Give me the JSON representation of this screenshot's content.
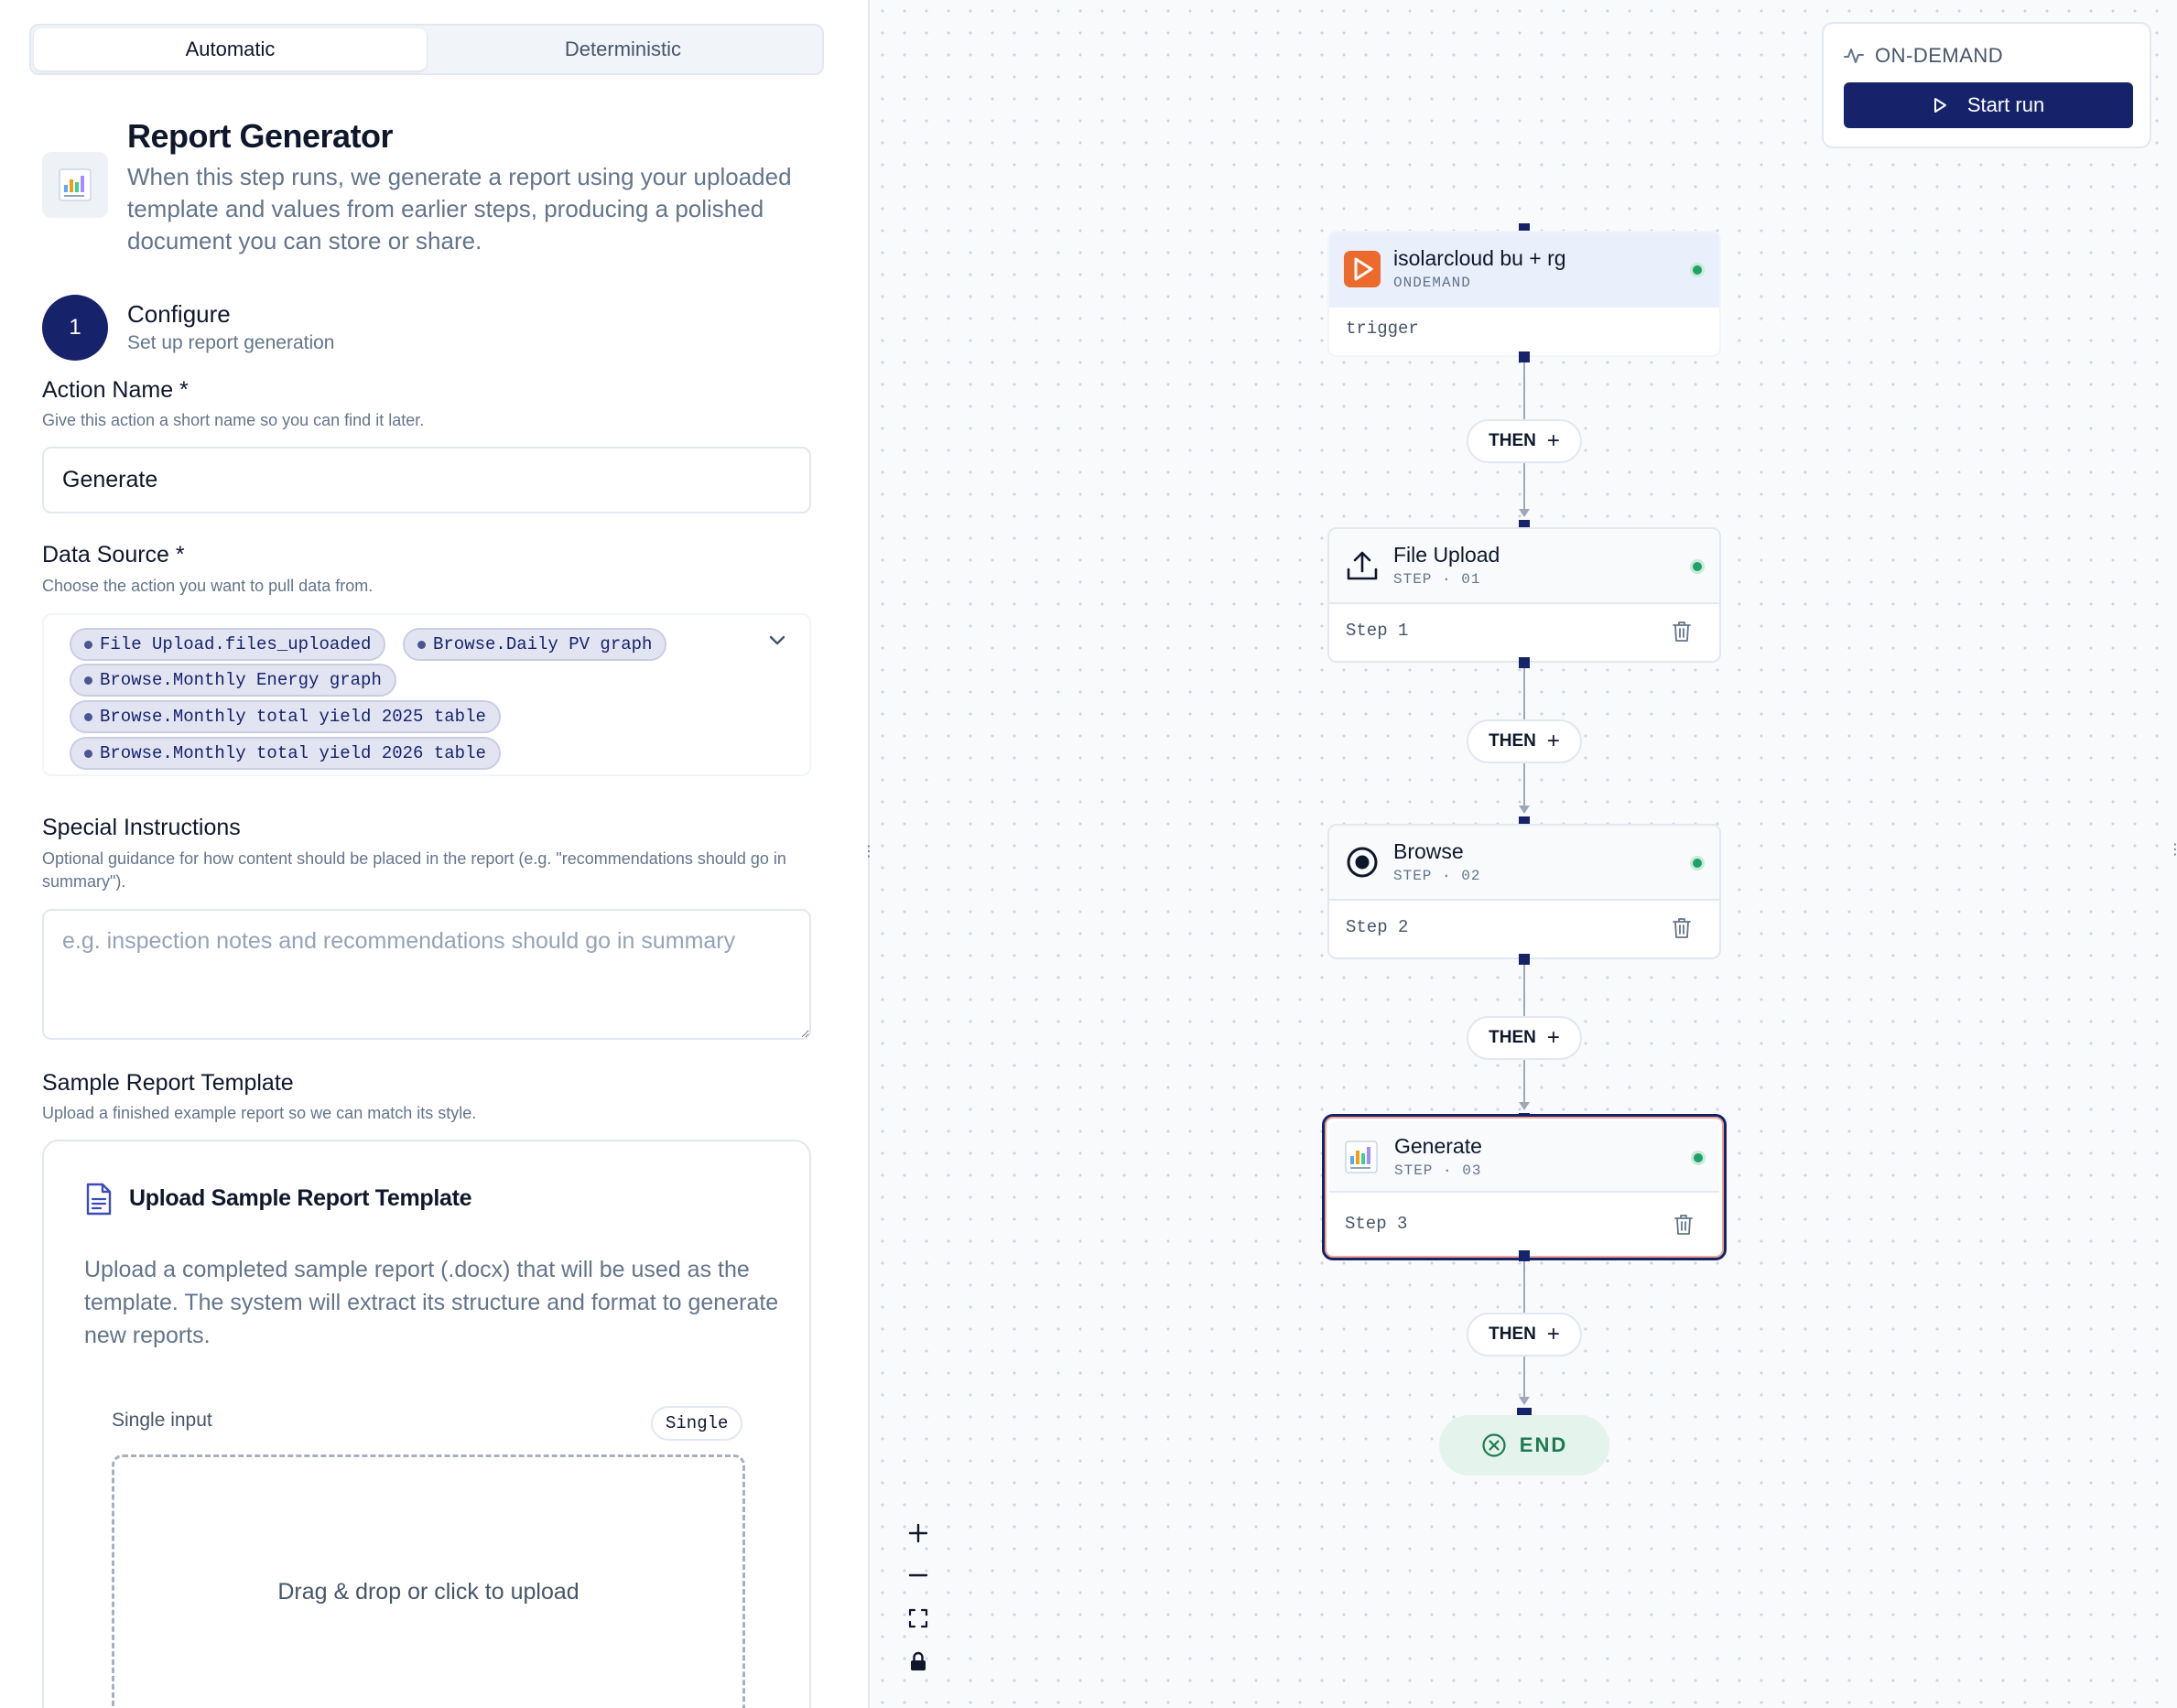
{
  "left_panel": {
    "mode_tabs": [
      {
        "label": "Automatic",
        "active": true
      },
      {
        "label": "Deterministic",
        "active": false
      }
    ],
    "header": {
      "icon": "report-chart-icon",
      "title": "Report Generator",
      "description": "When this step runs, we generate a report using your uploaded template and values from earlier steps, producing a polished document you can store or share."
    },
    "step": {
      "number": "1",
      "title": "Configure",
      "subtitle": "Set up report generation"
    },
    "action_name": {
      "label": "Action Name *",
      "hint": "Give this action a short name so you can find it later.",
      "value": "Generate"
    },
    "data_source": {
      "label": "Data Source *",
      "hint": "Choose the action you want to pull data from.",
      "chips": [
        "File Upload.files_uploaded",
        "Browse.Daily PV graph",
        "Browse.Monthly Energy graph",
        "Browse.Monthly total yield 2025 table",
        "Browse.Monthly total yield 2026 table"
      ]
    },
    "special_instructions": {
      "label": "Special Instructions",
      "hint": "Optional guidance for how content should be placed in the report (e.g. \"recommendations should go in summary\").",
      "placeholder": "e.g. inspection notes and recommendations should go in summary",
      "value": ""
    },
    "sample_template": {
      "label": "Sample Report Template",
      "hint": "Upload a finished example report so we can match its style.",
      "card_title": "Upload Sample Report Template",
      "card_description": "Upload a completed sample report (.docx) that will be used as the template. The system will extract its structure and format to generate new reports.",
      "input_label": "Single input",
      "input_badge": "Single",
      "dropzone_text": "Drag & drop or click to upload"
    }
  },
  "canvas": {
    "run_card": {
      "label": "ON-DEMAND",
      "button_label": "Start run"
    },
    "nodes": [
      {
        "id": "trigger",
        "title": "isolarcloud bu + rg",
        "subtitle": "ONDEMAND",
        "body": "trigger",
        "icon": "play-icon",
        "status_color": "#22a06b"
      },
      {
        "id": "file-upload",
        "title": "File Upload",
        "subtitle": "STEP · 01",
        "body": "Step 1",
        "icon": "upload-icon",
        "status_color": "#22a06b"
      },
      {
        "id": "browse",
        "title": "Browse",
        "subtitle": "STEP · 02",
        "body": "Step 2",
        "icon": "record-icon",
        "status_color": "#22a06b"
      },
      {
        "id": "generate",
        "title": "Generate",
        "subtitle": "STEP · 03",
        "body": "Step 3",
        "icon": "report-chart-icon",
        "status_color": "#22a06b",
        "selected": true
      }
    ],
    "then_label": "THEN",
    "end_label": "END",
    "zoom_controls": [
      "zoom-in",
      "zoom-out",
      "fit-view",
      "lock"
    ]
  },
  "colors": {
    "primary": "#16236b",
    "status_ok": "#22a06b",
    "trigger_orange": "#ec6a2b",
    "selection_outline": "#f0a592"
  }
}
